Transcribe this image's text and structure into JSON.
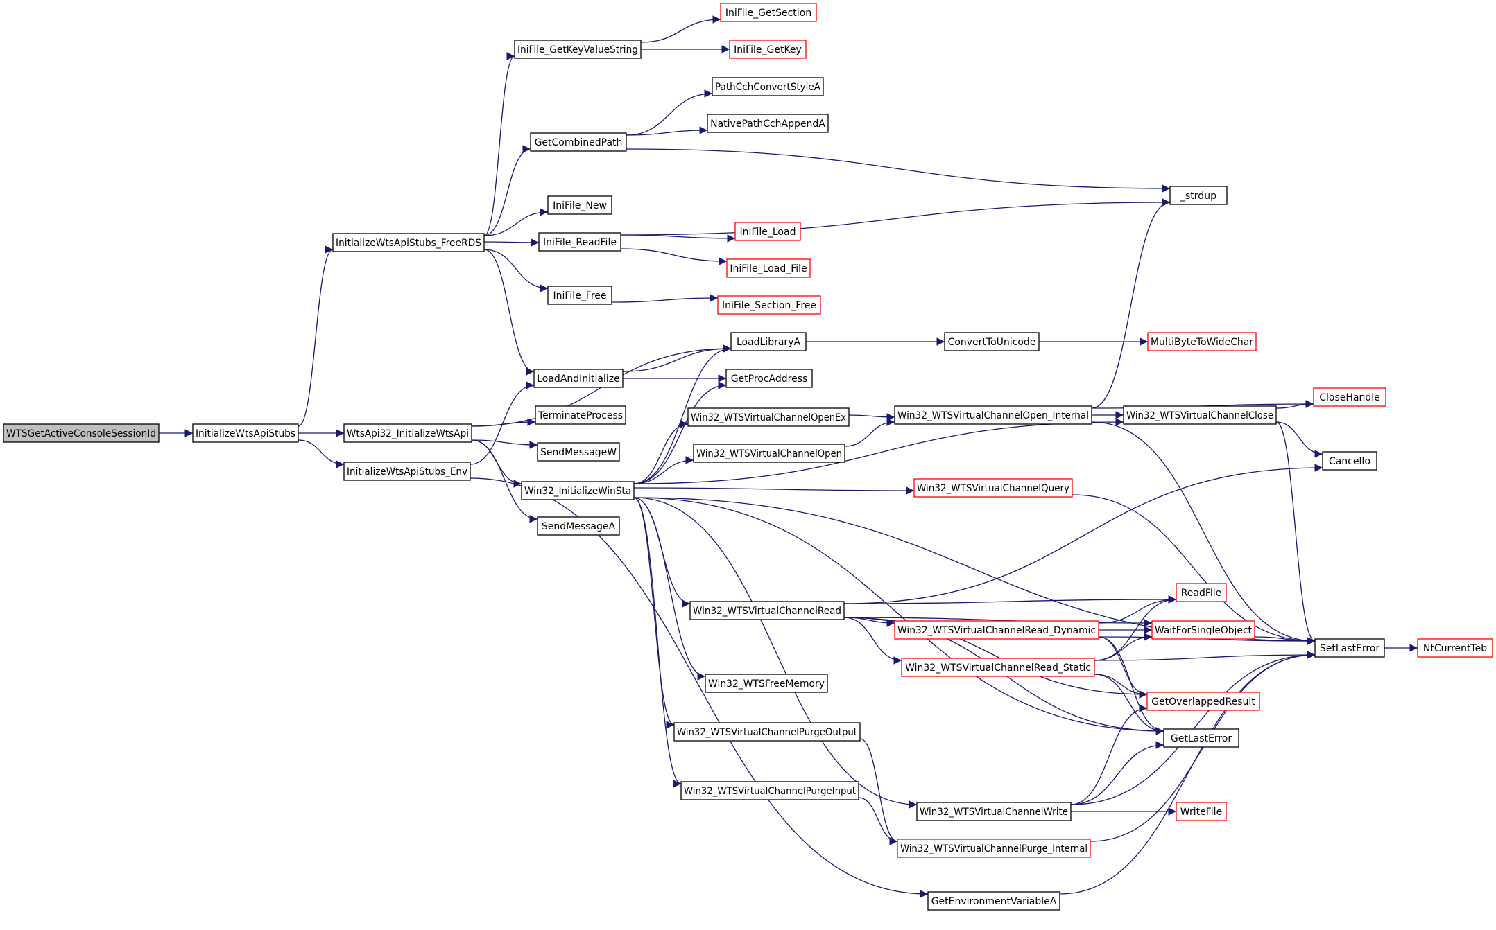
{
  "colors": {
    "edge": "#191970",
    "box_plain": "#000000",
    "box_link": "#ff0000",
    "root_fill": "#bfbfbf",
    "box_fill": "#ffffff"
  },
  "nodes": [
    {
      "id": "n_root",
      "label": "WTSGetActiveConsoleSessionId",
      "style": "root"
    },
    {
      "id": "n_iwas",
      "label": "InitializeWtsApiStubs",
      "style": "plain"
    },
    {
      "id": "n_freerds",
      "label": "InitializeWtsApiStubs_FreeRDS",
      "style": "plain"
    },
    {
      "id": "n_wtsapi32",
      "label": "WtsApi32_InitializeWtsApi",
      "style": "plain"
    },
    {
      "id": "n_env",
      "label": "InitializeWtsApiStubs_Env",
      "style": "plain"
    },
    {
      "id": "n_getkvs",
      "label": "IniFile_GetKeyValueString",
      "style": "plain"
    },
    {
      "id": "n_getcomb",
      "label": "GetCombinedPath",
      "style": "plain"
    },
    {
      "id": "n_ininew",
      "label": "IniFile_New",
      "style": "plain"
    },
    {
      "id": "n_inireadfile",
      "label": "IniFile_ReadFile",
      "style": "plain"
    },
    {
      "id": "n_inifree",
      "label": "IniFile_Free",
      "style": "plain"
    },
    {
      "id": "n_loadinit",
      "label": "LoadAndInitialize",
      "style": "plain"
    },
    {
      "id": "n_termproc",
      "label": "TerminateProcess",
      "style": "plain"
    },
    {
      "id": "n_sendmsgw",
      "label": "SendMessageW",
      "style": "plain"
    },
    {
      "id": "n_initwinsta",
      "label": "Win32_InitializeWinSta",
      "style": "plain"
    },
    {
      "id": "n_sendmsga",
      "label": "SendMessageA",
      "style": "plain"
    },
    {
      "id": "n_getsection",
      "label": "IniFile_GetSection",
      "style": "link"
    },
    {
      "id": "n_getkey",
      "label": "IniFile_GetKey",
      "style": "link"
    },
    {
      "id": "n_pathstyle",
      "label": "PathCchConvertStyleA",
      "style": "plain"
    },
    {
      "id": "n_nativeappend",
      "label": "NativePathCchAppendA",
      "style": "plain"
    },
    {
      "id": "n_iniload",
      "label": "IniFile_Load",
      "style": "link"
    },
    {
      "id": "n_iniloadfile",
      "label": "IniFile_Load_File",
      "style": "link"
    },
    {
      "id": "n_secfree",
      "label": "IniFile_Section_Free",
      "style": "link"
    },
    {
      "id": "n_loadlib",
      "label": "LoadLibraryA",
      "style": "plain"
    },
    {
      "id": "n_getproc",
      "label": "GetProcAddress",
      "style": "plain"
    },
    {
      "id": "n_openex",
      "label": "Win32_WTSVirtualChannelOpenEx",
      "style": "plain"
    },
    {
      "id": "n_open",
      "label": "Win32_WTSVirtualChannelOpen",
      "style": "plain"
    },
    {
      "id": "n_query",
      "label": "Win32_WTSVirtualChannelQuery",
      "style": "link"
    },
    {
      "id": "n_read",
      "label": "Win32_WTSVirtualChannelRead",
      "style": "plain"
    },
    {
      "id": "n_freemem",
      "label": "Win32_WTSFreeMemory",
      "style": "plain"
    },
    {
      "id": "n_purgeout",
      "label": "Win32_WTSVirtualChannelPurgeOutput",
      "style": "plain"
    },
    {
      "id": "n_purgein",
      "label": "Win32_WTSVirtualChannelPurgeInput",
      "style": "plain"
    },
    {
      "id": "n_strdup",
      "label": "_strdup",
      "style": "plain"
    },
    {
      "id": "n_conv",
      "label": "ConvertToUnicode",
      "style": "plain"
    },
    {
      "id": "n_mbtowc",
      "label": "MultiByteToWideChar",
      "style": "link"
    },
    {
      "id": "n_openint",
      "label": "Win32_WTSVirtualChannelOpen_Internal",
      "style": "plain"
    },
    {
      "id": "n_close",
      "label": "Win32_WTSVirtualChannelClose",
      "style": "plain"
    },
    {
      "id": "n_closehandle",
      "label": "CloseHandle",
      "style": "link"
    },
    {
      "id": "n_cancelio",
      "label": "CancelIo",
      "style": "plain"
    },
    {
      "id": "n_readdyn",
      "label": "Win32_WTSVirtualChannelRead_Dynamic",
      "style": "link"
    },
    {
      "id": "n_readstat",
      "label": "Win32_WTSVirtualChannelRead_Static",
      "style": "link"
    },
    {
      "id": "n_readfile",
      "label": "ReadFile",
      "style": "link"
    },
    {
      "id": "n_waitso",
      "label": "WaitForSingleObject",
      "style": "link"
    },
    {
      "id": "n_setlasterr",
      "label": "SetLastError",
      "style": "plain"
    },
    {
      "id": "n_ntcurteb",
      "label": "NtCurrentTeb",
      "style": "link"
    },
    {
      "id": "n_getovres",
      "label": "GetOverlappedResult",
      "style": "link"
    },
    {
      "id": "n_getlasterr",
      "label": "GetLastError",
      "style": "plain"
    },
    {
      "id": "n_write",
      "label": "Win32_WTSVirtualChannelWrite",
      "style": "plain"
    },
    {
      "id": "n_writefile",
      "label": "WriteFile",
      "style": "link"
    },
    {
      "id": "n_purgeint",
      "label": "Win32_WTSVirtualChannelPurge_Internal",
      "style": "link"
    },
    {
      "id": "n_getenv",
      "label": "GetEnvironmentVariableA",
      "style": "plain"
    }
  ],
  "edges": [
    [
      "n_root",
      "n_iwas"
    ],
    [
      "n_iwas",
      "n_freerds"
    ],
    [
      "n_iwas",
      "n_wtsapi32"
    ],
    [
      "n_iwas",
      "n_env"
    ],
    [
      "n_freerds",
      "n_getkvs"
    ],
    [
      "n_freerds",
      "n_getcomb"
    ],
    [
      "n_freerds",
      "n_ininew"
    ],
    [
      "n_freerds",
      "n_inireadfile"
    ],
    [
      "n_freerds",
      "n_inifree"
    ],
    [
      "n_freerds",
      "n_loadinit"
    ],
    [
      "n_getkvs",
      "n_getsection"
    ],
    [
      "n_getkvs",
      "n_getkey"
    ],
    [
      "n_getcomb",
      "n_pathstyle"
    ],
    [
      "n_getcomb",
      "n_nativeappend"
    ],
    [
      "n_getcomb",
      "n_strdup"
    ],
    [
      "n_inireadfile",
      "n_strdup"
    ],
    [
      "n_inireadfile",
      "n_iniload"
    ],
    [
      "n_inireadfile",
      "n_iniloadfile"
    ],
    [
      "n_inifree",
      "n_secfree"
    ],
    [
      "n_loadinit",
      "n_loadlib"
    ],
    [
      "n_loadinit",
      "n_getproc"
    ],
    [
      "n_wtsapi32",
      "n_loadlib"
    ],
    [
      "n_wtsapi32",
      "n_termproc"
    ],
    [
      "n_wtsapi32",
      "n_sendmsgw"
    ],
    [
      "n_wtsapi32",
      "n_initwinsta"
    ],
    [
      "n_wtsapi32",
      "n_sendmsga"
    ],
    [
      "n_env",
      "n_loadinit"
    ],
    [
      "n_env",
      "n_getenv"
    ],
    [
      "n_initwinsta",
      "n_loadlib"
    ],
    [
      "n_initwinsta",
      "n_getproc"
    ],
    [
      "n_initwinsta",
      "n_openex"
    ],
    [
      "n_initwinsta",
      "n_open"
    ],
    [
      "n_initwinsta",
      "n_close"
    ],
    [
      "n_initwinsta",
      "n_query"
    ],
    [
      "n_initwinsta",
      "n_read"
    ],
    [
      "n_initwinsta",
      "n_freemem"
    ],
    [
      "n_initwinsta",
      "n_purgeout"
    ],
    [
      "n_initwinsta",
      "n_purgein"
    ],
    [
      "n_initwinsta",
      "n_write"
    ],
    [
      "n_initwinsta",
      "n_getlasterr"
    ],
    [
      "n_initwinsta",
      "n_setlasterr"
    ],
    [
      "n_loadlib",
      "n_conv"
    ],
    [
      "n_conv",
      "n_mbtowc"
    ],
    [
      "n_openex",
      "n_openint"
    ],
    [
      "n_open",
      "n_openint"
    ],
    [
      "n_openint",
      "n_strdup"
    ],
    [
      "n_openint",
      "n_close"
    ],
    [
      "n_openint",
      "n_closehandle"
    ],
    [
      "n_openint",
      "n_setlasterr"
    ],
    [
      "n_close",
      "n_closehandle"
    ],
    [
      "n_close",
      "n_cancelio"
    ],
    [
      "n_close",
      "n_setlasterr"
    ],
    [
      "n_query",
      "n_setlasterr"
    ],
    [
      "n_read",
      "n_cancelio"
    ],
    [
      "n_read",
      "n_readfile"
    ],
    [
      "n_read",
      "n_waitso"
    ],
    [
      "n_read",
      "n_readdyn"
    ],
    [
      "n_read",
      "n_readstat"
    ],
    [
      "n_read",
      "n_getovres"
    ],
    [
      "n_read",
      "n_getlasterr"
    ],
    [
      "n_readdyn",
      "n_readfile"
    ],
    [
      "n_readdyn",
      "n_waitso"
    ],
    [
      "n_readdyn",
      "n_getovres"
    ],
    [
      "n_readdyn",
      "n_getlasterr"
    ],
    [
      "n_readdyn",
      "n_setlasterr"
    ],
    [
      "n_readstat",
      "n_readfile"
    ],
    [
      "n_readstat",
      "n_waitso"
    ],
    [
      "n_readstat",
      "n_setlasterr"
    ],
    [
      "n_readstat",
      "n_getovres"
    ],
    [
      "n_readstat",
      "n_getlasterr"
    ],
    [
      "n_waitso",
      "n_setlasterr"
    ],
    [
      "n_setlasterr",
      "n_ntcurteb"
    ],
    [
      "n_write",
      "n_writefile"
    ],
    [
      "n_write",
      "n_getovres"
    ],
    [
      "n_write",
      "n_getlasterr"
    ],
    [
      "n_write",
      "n_setlasterr"
    ],
    [
      "n_purgeout",
      "n_purgeint"
    ],
    [
      "n_purgein",
      "n_purgeint"
    ],
    [
      "n_purgeint",
      "n_setlasterr"
    ],
    [
      "n_getenv",
      "n_setlasterr"
    ]
  ]
}
